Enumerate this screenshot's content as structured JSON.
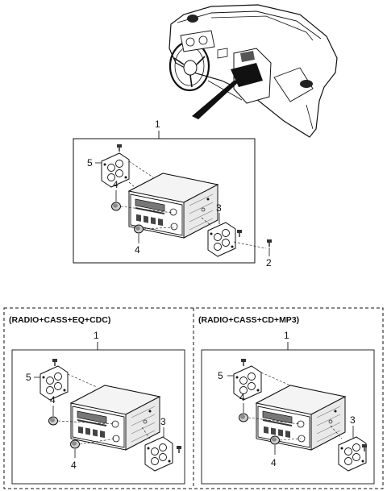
{
  "top_diagram": {
    "callouts": {
      "assembly": "1",
      "screw": "2",
      "bracket_right": "3",
      "knob_upper": "4",
      "knob_lower": "4",
      "bracket_left": "5"
    }
  },
  "variant_left": {
    "caption": "(RADIO+CASS+EQ+CDC)",
    "callouts": {
      "assembly": "1",
      "bracket_left": "5",
      "knob_upper": "4",
      "knob_lower": "4",
      "bracket_right": "3"
    }
  },
  "variant_right": {
    "caption": "(RADIO+CASS+CD+MP3)",
    "callouts": {
      "assembly": "1",
      "bracket_left": "5",
      "knob_upper": "4",
      "knob_lower": "4",
      "bracket_right": "3"
    }
  }
}
